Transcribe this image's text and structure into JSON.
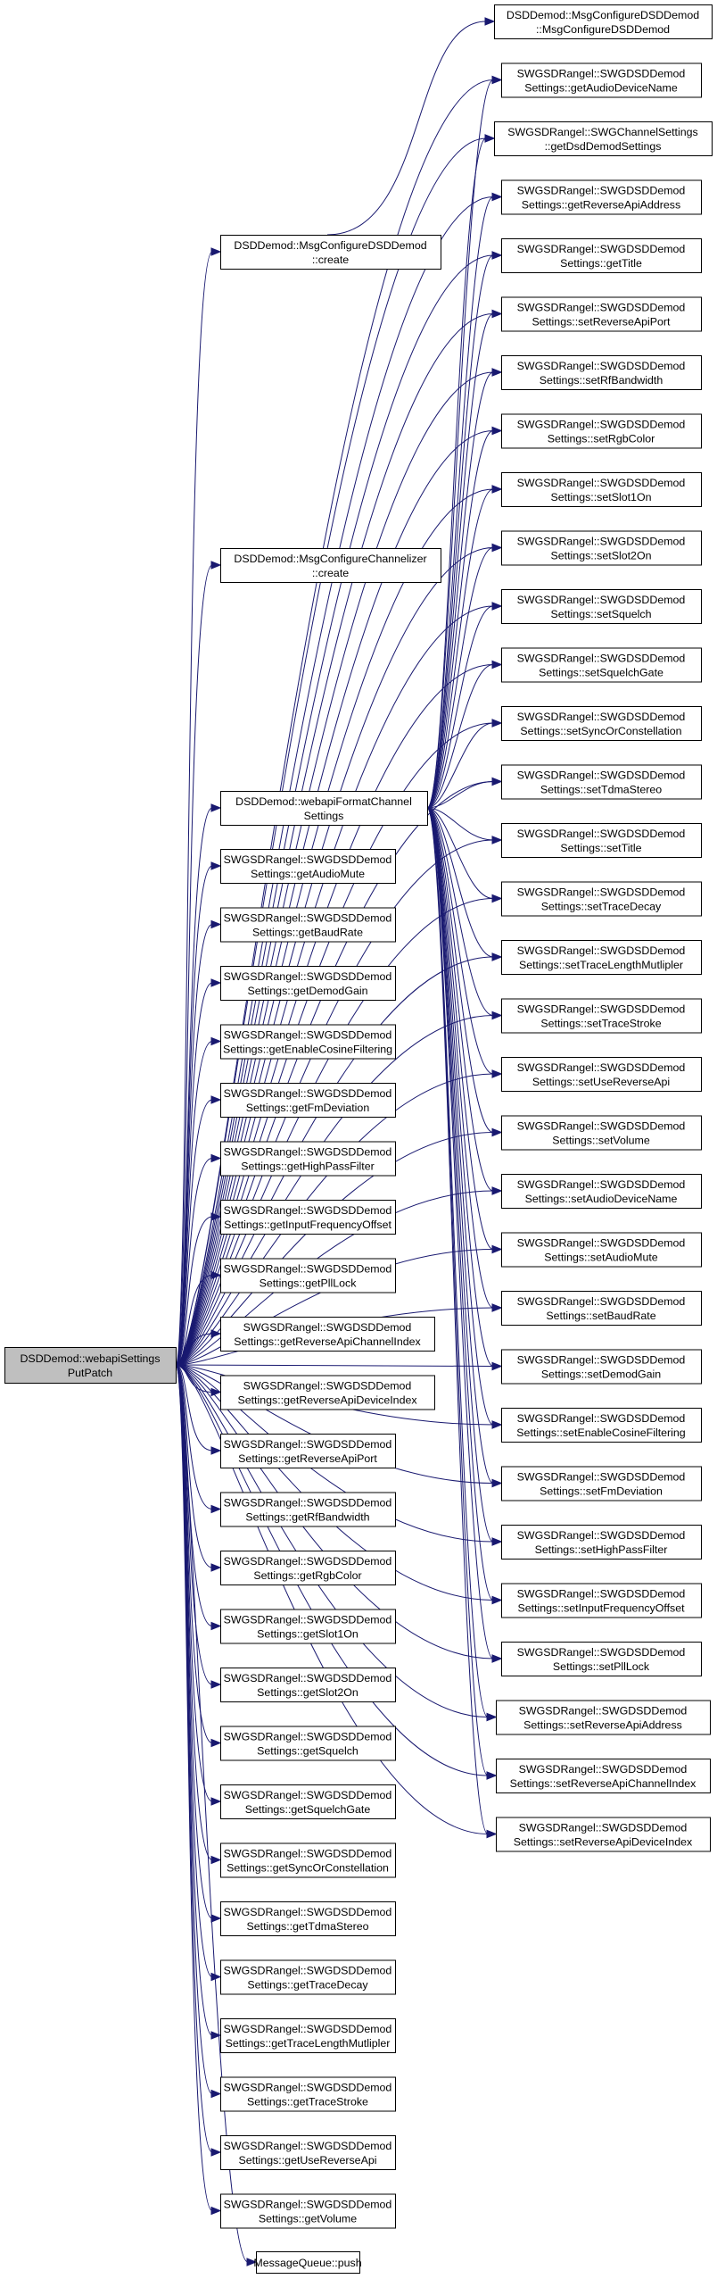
{
  "graph": {
    "root": {
      "line1": "DSDDemod::webapiSettings",
      "line2": "PutPatch"
    },
    "mid": {
      "create_dsd": {
        "line1": "DSDDemod::MsgConfigureDSDDemod",
        "line2": "::create"
      },
      "create_chan": {
        "line1": "DSDDemod::MsgConfigureChannelizer",
        "line2": "::create"
      },
      "format": {
        "line1": "DSDDemod::webapiFormatChannel",
        "line2": "Settings"
      },
      "getters": [
        {
          "line1": "SWGSDRangel::SWGDSDDemod",
          "line2": "Settings::getAudioMute"
        },
        {
          "line1": "SWGSDRangel::SWGDSDDemod",
          "line2": "Settings::getBaudRate"
        },
        {
          "line1": "SWGSDRangel::SWGDSDDemod",
          "line2": "Settings::getDemodGain"
        },
        {
          "line1": "SWGSDRangel::SWGDSDDemod",
          "line2": "Settings::getEnableCosineFiltering"
        },
        {
          "line1": "SWGSDRangel::SWGDSDDemod",
          "line2": "Settings::getFmDeviation"
        },
        {
          "line1": "SWGSDRangel::SWGDSDDemod",
          "line2": "Settings::getHighPassFilter"
        },
        {
          "line1": "SWGSDRangel::SWGDSDDemod",
          "line2": "Settings::getInputFrequencyOffset"
        },
        {
          "line1": "SWGSDRangel::SWGDSDDemod",
          "line2": "Settings::getPllLock"
        },
        {
          "line1": "SWGSDRangel::SWGDSDDemod",
          "line2": "Settings::getReverseApiChannelIndex"
        },
        {
          "line1": "SWGSDRangel::SWGDSDDemod",
          "line2": "Settings::getReverseApiDeviceIndex"
        },
        {
          "line1": "SWGSDRangel::SWGDSDDemod",
          "line2": "Settings::getReverseApiPort"
        },
        {
          "line1": "SWGSDRangel::SWGDSDDemod",
          "line2": "Settings::getRfBandwidth"
        },
        {
          "line1": "SWGSDRangel::SWGDSDDemod",
          "line2": "Settings::getRgbColor"
        },
        {
          "line1": "SWGSDRangel::SWGDSDDemod",
          "line2": "Settings::getSlot1On"
        },
        {
          "line1": "SWGSDRangel::SWGDSDDemod",
          "line2": "Settings::getSlot2On"
        },
        {
          "line1": "SWGSDRangel::SWGDSDDemod",
          "line2": "Settings::getSquelch"
        },
        {
          "line1": "SWGSDRangel::SWGDSDDemod",
          "line2": "Settings::getSquelchGate"
        },
        {
          "line1": "SWGSDRangel::SWGDSDDemod",
          "line2": "Settings::getSyncOrConstellation"
        },
        {
          "line1": "SWGSDRangel::SWGDSDDemod",
          "line2": "Settings::getTdmaStereo"
        },
        {
          "line1": "SWGSDRangel::SWGDSDDemod",
          "line2": "Settings::getTraceDecay"
        },
        {
          "line1": "SWGSDRangel::SWGDSDDemod",
          "line2": "Settings::getTraceLengthMutlipler"
        },
        {
          "line1": "SWGSDRangel::SWGDSDDemod",
          "line2": "Settings::getTraceStroke"
        },
        {
          "line1": "SWGSDRangel::SWGDSDDemod",
          "line2": "Settings::getUseReverseApi"
        },
        {
          "line1": "SWGSDRangel::SWGDSDDemod",
          "line2": "Settings::getVolume"
        }
      ],
      "push": {
        "line1": "MessageQueue::push",
        "line2": ""
      }
    },
    "right": [
      {
        "line1": "DSDDemod::MsgConfigureDSDDemod",
        "line2": "::MsgConfigureDSDDemod"
      },
      {
        "line1": "SWGSDRangel::SWGDSDDemod",
        "line2": "Settings::getAudioDeviceName"
      },
      {
        "line1": "SWGSDRangel::SWGChannelSettings",
        "line2": "::getDsdDemodSettings"
      },
      {
        "line1": "SWGSDRangel::SWGDSDDemod",
        "line2": "Settings::getReverseApiAddress"
      },
      {
        "line1": "SWGSDRangel::SWGDSDDemod",
        "line2": "Settings::getTitle"
      },
      {
        "line1": "SWGSDRangel::SWGDSDDemod",
        "line2": "Settings::setReverseApiPort"
      },
      {
        "line1": "SWGSDRangel::SWGDSDDemod",
        "line2": "Settings::setRfBandwidth"
      },
      {
        "line1": "SWGSDRangel::SWGDSDDemod",
        "line2": "Settings::setRgbColor"
      },
      {
        "line1": "SWGSDRangel::SWGDSDDemod",
        "line2": "Settings::setSlot1On"
      },
      {
        "line1": "SWGSDRangel::SWGDSDDemod",
        "line2": "Settings::setSlot2On"
      },
      {
        "line1": "SWGSDRangel::SWGDSDDemod",
        "line2": "Settings::setSquelch"
      },
      {
        "line1": "SWGSDRangel::SWGDSDDemod",
        "line2": "Settings::setSquelchGate"
      },
      {
        "line1": "SWGSDRangel::SWGDSDDemod",
        "line2": "Settings::setSyncOrConstellation"
      },
      {
        "line1": "SWGSDRangel::SWGDSDDemod",
        "line2": "Settings::setTdmaStereo"
      },
      {
        "line1": "SWGSDRangel::SWGDSDDemod",
        "line2": "Settings::setTitle"
      },
      {
        "line1": "SWGSDRangel::SWGDSDDemod",
        "line2": "Settings::setTraceDecay"
      },
      {
        "line1": "SWGSDRangel::SWGDSDDemod",
        "line2": "Settings::setTraceLengthMutlipler"
      },
      {
        "line1": "SWGSDRangel::SWGDSDDemod",
        "line2": "Settings::setTraceStroke"
      },
      {
        "line1": "SWGSDRangel::SWGDSDDemod",
        "line2": "Settings::setUseReverseApi"
      },
      {
        "line1": "SWGSDRangel::SWGDSDDemod",
        "line2": "Settings::setVolume"
      },
      {
        "line1": "SWGSDRangel::SWGDSDDemod",
        "line2": "Settings::setAudioDeviceName"
      },
      {
        "line1": "SWGSDRangel::SWGDSDDemod",
        "line2": "Settings::setAudioMute"
      },
      {
        "line1": "SWGSDRangel::SWGDSDDemod",
        "line2": "Settings::setBaudRate"
      },
      {
        "line1": "SWGSDRangel::SWGDSDDemod",
        "line2": "Settings::setDemodGain"
      },
      {
        "line1": "SWGSDRangel::SWGDSDDemod",
        "line2": "Settings::setEnableCosineFiltering"
      },
      {
        "line1": "SWGSDRangel::SWGDSDDemod",
        "line2": "Settings::setFmDeviation"
      },
      {
        "line1": "SWGSDRangel::SWGDSDDemod",
        "line2": "Settings::setHighPassFilter"
      },
      {
        "line1": "SWGSDRangel::SWGDSDDemod",
        "line2": "Settings::setInputFrequencyOffset"
      },
      {
        "line1": "SWGSDRangel::SWGDSDDemod",
        "line2": "Settings::setPllLock"
      },
      {
        "line1": "SWGSDRangel::SWGDSDDemod",
        "line2": "Settings::setReverseApiAddress"
      },
      {
        "line1": "SWGSDRangel::SWGDSDDemod",
        "line2": "Settings::setReverseApiChannelIndex"
      },
      {
        "line1": "SWGSDRangel::SWGDSDDemod",
        "line2": "Settings::setReverseApiDeviceIndex"
      }
    ],
    "colors": {
      "edge": "#191970",
      "root_fill": "#bfbfbf",
      "node_fill": "#ffffff",
      "node_border": "#000000"
    }
  }
}
